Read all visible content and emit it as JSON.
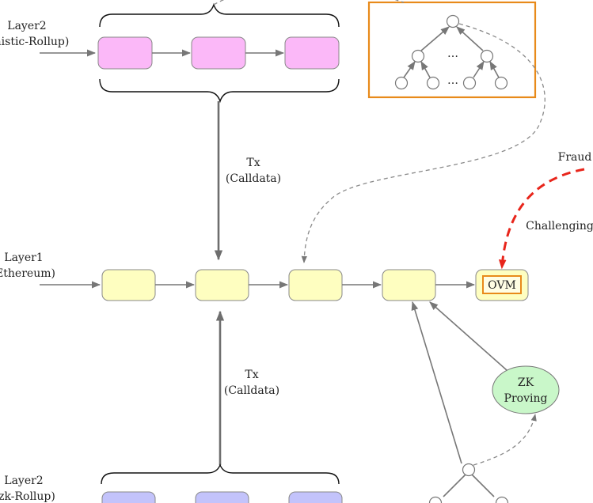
{
  "layer2_optimistic": {
    "line1": "Layer2",
    "line2": "nistic-Rollup)"
  },
  "layer1": {
    "line1": "Layer1",
    "line2": "Ethereum)"
  },
  "layer2_zk": {
    "line1": "Layer2",
    "line2": "zk-Rollup)"
  },
  "tx_upper": {
    "line1": "Tx",
    "line2": "(Calldata)"
  },
  "tx_lower": {
    "line1": "Tx",
    "line2": "(Calldata)"
  },
  "fraud_label": "Fraud",
  "challenging_label": "Challenging",
  "ovm_label": "OVM",
  "zk_proving": {
    "line1": "ZK",
    "line2": "Proving"
  },
  "tree_ellipsis_top": "…",
  "tree_ellipsis_bottom": "…",
  "colors": {
    "optimistic_block": "#fbb8f8",
    "layer1_block": "#fefec0",
    "zk_block": "#c3c3fb",
    "zk_proving_fill": "#c9f7c9",
    "ovm_border": "#e88a1a",
    "tree_box_border": "#e88a1a",
    "fraud_arrow": "#e8251b"
  }
}
